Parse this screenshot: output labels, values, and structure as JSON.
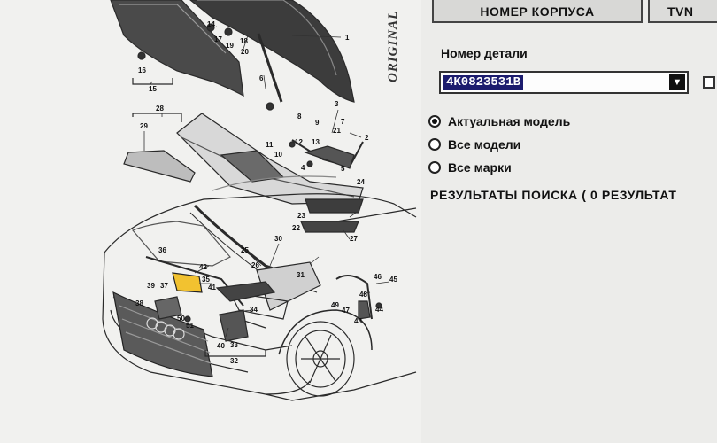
{
  "diagram": {
    "brand": "ORIGINAL",
    "callouts": [
      "1",
      "2",
      "3",
      "4",
      "5",
      "6",
      "7",
      "8",
      "9",
      "10",
      "11",
      "12",
      "13",
      "14",
      "15",
      "16",
      "17",
      "18",
      "19",
      "20",
      "21",
      "22",
      "23",
      "24",
      "25",
      "26",
      "27",
      "28",
      "29",
      "30",
      "31",
      "32",
      "33",
      "34",
      "35",
      "36",
      "37",
      "38",
      "39",
      "40",
      "41",
      "42",
      "43",
      "44",
      "45",
      "46",
      "47",
      "48",
      "49",
      "50",
      "51"
    ]
  },
  "tabs": [
    {
      "label": "НОМЕР КОРПУСА"
    },
    {
      "label": "TVN"
    }
  ],
  "search": {
    "label": "Номер детали",
    "value": "4K0823531B"
  },
  "filters": [
    {
      "label": "Актуальная модель",
      "checked": true
    },
    {
      "label": "Все модели",
      "checked": false
    },
    {
      "label": "Все марки",
      "checked": false
    }
  ],
  "results": {
    "text": "РЕЗУЛЬТАТЫ ПОИСКА  ( 0 РЕЗУЛЬТАТ"
  },
  "colors": {
    "selection": "#1c1c6e",
    "panel_bg": "#ececea",
    "highlight_part": "#f2c230"
  }
}
